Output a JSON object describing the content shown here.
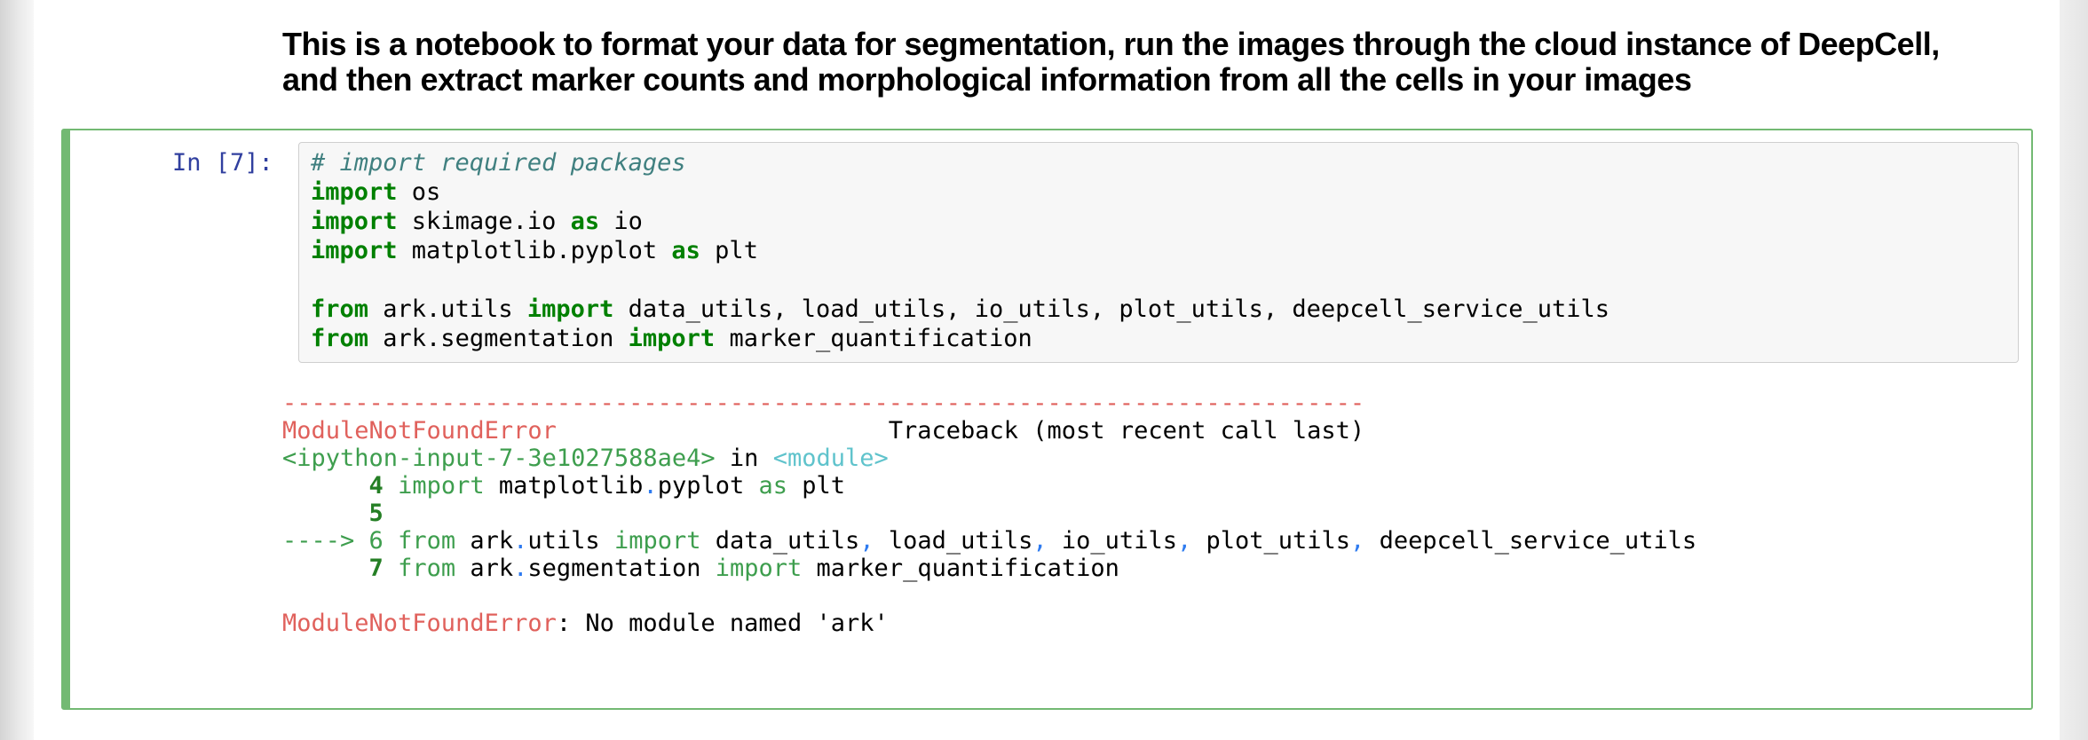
{
  "colors": {
    "cell-border": "#73b973",
    "prompt-blue": "#303f9f",
    "keyword-green": "#008000",
    "comment-teal": "#408080",
    "ansi-red": "#e0615c",
    "ansi-green": "#3e9e4e",
    "ansi-green-bold": "#257f25",
    "ansi-blue": "#2e7bf0",
    "ansi-cyan": "#5fc3cc",
    "input-bg": "#f7f7f7",
    "input-border": "#cfcfcf"
  },
  "header": {
    "line1": "This is a notebook to format your data for segmentation, run the images through the cloud instance of DeepCell,",
    "line2": "and then extract marker counts and morphological information from all the cells in your images"
  },
  "cell": {
    "prompt": "In [7]: ",
    "input_lines": [
      [
        {
          "t": "# import required packages",
          "c": "comment"
        }
      ],
      [
        {
          "t": "import",
          "c": "kw"
        },
        {
          "t": " os",
          "c": "plain"
        }
      ],
      [
        {
          "t": "import",
          "c": "kw"
        },
        {
          "t": " skimage.io ",
          "c": "plain"
        },
        {
          "t": "as",
          "c": "kw"
        },
        {
          "t": " io",
          "c": "plain"
        }
      ],
      [
        {
          "t": "import",
          "c": "kw"
        },
        {
          "t": " matplotlib.pyplot ",
          "c": "plain"
        },
        {
          "t": "as",
          "c": "kw"
        },
        {
          "t": " plt",
          "c": "plain"
        }
      ],
      [
        {
          "t": "",
          "c": "plain"
        }
      ],
      [
        {
          "t": "from",
          "c": "kw"
        },
        {
          "t": " ark.utils ",
          "c": "plain"
        },
        {
          "t": "import",
          "c": "kw"
        },
        {
          "t": " data_utils, load_utils, io_utils, plot_utils, deepcell_service_utils",
          "c": "plain"
        }
      ],
      [
        {
          "t": "from",
          "c": "kw"
        },
        {
          "t": " ark.segmentation ",
          "c": "plain"
        },
        {
          "t": "import",
          "c": "kw"
        },
        {
          "t": " marker_quantification",
          "c": "plain"
        }
      ]
    ],
    "output_lines": [
      [
        {
          "t": "---------------------------------------------------------------------------",
          "c": "red"
        }
      ],
      [
        {
          "t": "ModuleNotFoundError",
          "c": "red"
        },
        {
          "t": "                       ",
          "c": "plain"
        },
        {
          "t": "Traceback (most recent call last)",
          "c": "plain"
        }
      ],
      [
        {
          "t": "<ipython-input-7-3e1027588ae4>",
          "c": "green"
        },
        {
          "t": " in ",
          "c": "plain"
        },
        {
          "t": "<module>",
          "c": "cyan"
        }
      ],
      [
        {
          "t": "      ",
          "c": "plain"
        },
        {
          "t": "4",
          "c": "greenb"
        },
        {
          "t": " ",
          "c": "plain"
        },
        {
          "t": "import",
          "c": "green"
        },
        {
          "t": " matplotlib",
          "c": "plain"
        },
        {
          "t": ".",
          "c": "blue"
        },
        {
          "t": "pyplot ",
          "c": "plain"
        },
        {
          "t": "as",
          "c": "green"
        },
        {
          "t": " plt",
          "c": "plain"
        }
      ],
      [
        {
          "t": "      ",
          "c": "plain"
        },
        {
          "t": "5",
          "c": "greenb"
        }
      ],
      [
        {
          "t": "----> ",
          "c": "green"
        },
        {
          "t": "6",
          "c": "green"
        },
        {
          "t": " ",
          "c": "plain"
        },
        {
          "t": "from",
          "c": "green"
        },
        {
          "t": " ark",
          "c": "plain"
        },
        {
          "t": ".",
          "c": "blue"
        },
        {
          "t": "utils ",
          "c": "plain"
        },
        {
          "t": "import",
          "c": "green"
        },
        {
          "t": " data_utils",
          "c": "plain"
        },
        {
          "t": ",",
          "c": "blue"
        },
        {
          "t": " load_utils",
          "c": "plain"
        },
        {
          "t": ",",
          "c": "blue"
        },
        {
          "t": " io_utils",
          "c": "plain"
        },
        {
          "t": ",",
          "c": "blue"
        },
        {
          "t": " plot_utils",
          "c": "plain"
        },
        {
          "t": ",",
          "c": "blue"
        },
        {
          "t": " deepcell_service_utils",
          "c": "plain"
        }
      ],
      [
        {
          "t": "      ",
          "c": "plain"
        },
        {
          "t": "7",
          "c": "greenb"
        },
        {
          "t": " ",
          "c": "plain"
        },
        {
          "t": "from",
          "c": "green"
        },
        {
          "t": " ark",
          "c": "plain"
        },
        {
          "t": ".",
          "c": "blue"
        },
        {
          "t": "segmentation ",
          "c": "plain"
        },
        {
          "t": "import",
          "c": "green"
        },
        {
          "t": " marker_quantification",
          "c": "plain"
        }
      ],
      [
        {
          "t": "",
          "c": "plain"
        }
      ],
      [
        {
          "t": "ModuleNotFoundError",
          "c": "red"
        },
        {
          "t": ": No module named 'ark'",
          "c": "plain"
        }
      ]
    ]
  }
}
